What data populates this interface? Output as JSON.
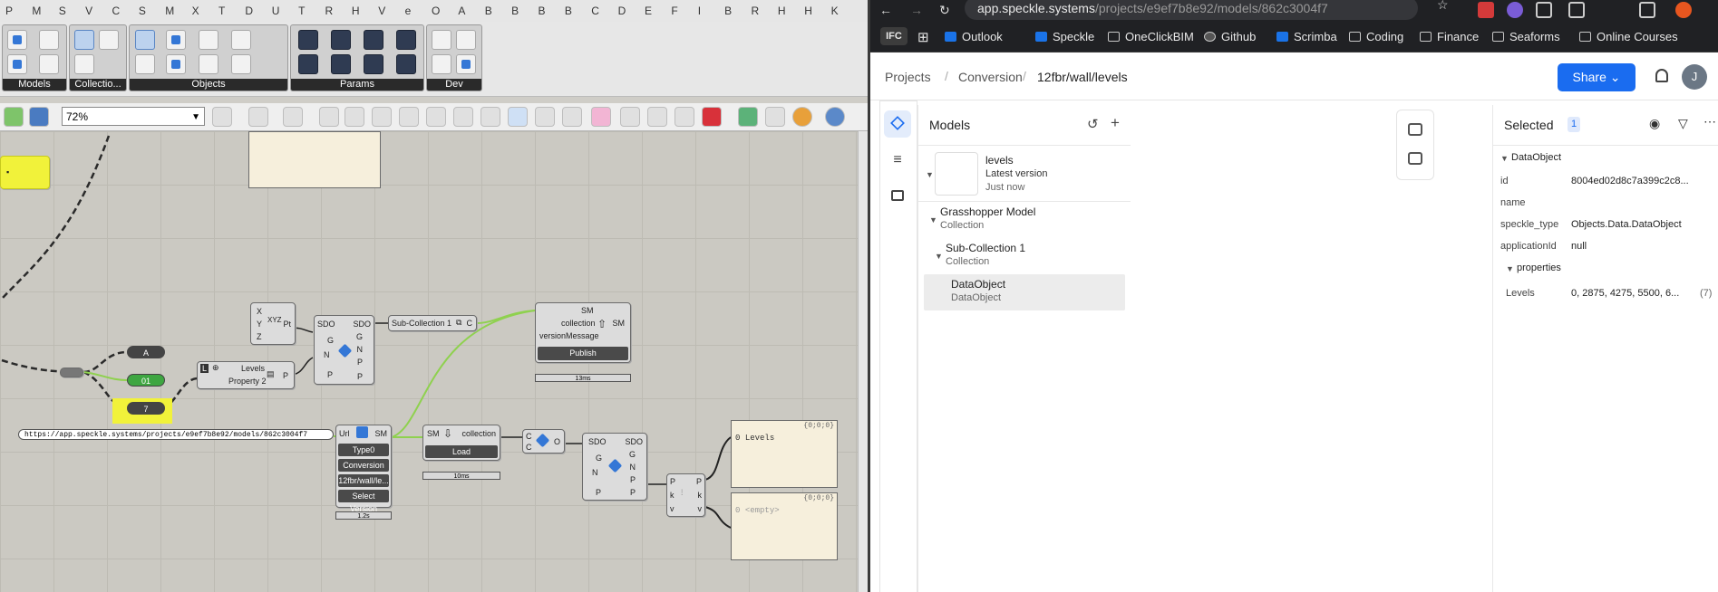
{
  "grasshopper": {
    "column_letters": [
      "P",
      "M",
      "S",
      "V",
      "C",
      "S",
      "M",
      "X",
      "T",
      "D",
      "U",
      "T",
      "R",
      "H",
      "V",
      "e",
      "O",
      "A",
      "B",
      "B",
      "B",
      "B",
      "C",
      "D",
      "E",
      "F",
      "I",
      "B",
      "R",
      "H",
      "H",
      "K"
    ],
    "ribbon_groups": [
      {
        "label": "Models"
      },
      {
        "label": "Collectio..."
      },
      {
        "label": "Objects"
      },
      {
        "label": "Params"
      },
      {
        "label": "Dev"
      }
    ],
    "zoom": "72%",
    "components": {
      "pt_inputs": [
        "X",
        "Y",
        "Z"
      ],
      "pt_output": "Pt",
      "sdo_top_label_left": "SDO",
      "sdo_top_label_right": "SDO",
      "sdo_ports_left": [
        "G",
        "N",
        "P"
      ],
      "sdo_ports_right": [
        "G",
        "N",
        "P",
        "P"
      ],
      "property_name": "Levels",
      "property_type": "Property 2",
      "property_output": "P",
      "subcollection_name": "Sub-Collection 1",
      "subcollection_output": "C",
      "publish": {
        "inputs": [
          "SM",
          "collection",
          "versionMessage"
        ],
        "output": "SM",
        "button": "Publish",
        "timer": "13ms"
      },
      "pill_a": "A",
      "pill_01": "01",
      "pill_7": "7",
      "url": "https://app.speckle.systems/projects/e9ef7b8e92/models/862c3004f7",
      "url_component": {
        "input": "Url",
        "output": "SM",
        "buttons": [
          "Type0",
          "Conversion",
          "12fbr/wall/le...",
          "Select Version"
        ],
        "timer": "1.2s"
      },
      "load": {
        "inputs": [
          "SM"
        ],
        "output": "collection",
        "button": "Load",
        "timer": "10ms"
      },
      "collection_ports": [
        "C",
        "C"
      ],
      "collection_out": "O",
      "sdo2_ports_left": [
        "G",
        "N",
        "P"
      ],
      "sdo2_ports_right": [
        "G",
        "N",
        "P",
        "P"
      ],
      "props_ports_left": [
        "P",
        "k",
        "v"
      ],
      "props_ports_right": [
        "P",
        "k",
        "v"
      ],
      "panel1": {
        "header": "{0;0;0}",
        "index": "0",
        "value": "Levels"
      },
      "panel2": {
        "header": "{0;0;0}",
        "index": "0",
        "value": "<empty>"
      }
    }
  },
  "browser": {
    "address": {
      "host": "app.speckle.systems",
      "path": "/projects/e9ef7b8e92/models/862c3004f7"
    },
    "bookmarks": [
      {
        "label": "IFC"
      },
      {
        "label": "Outlook"
      },
      {
        "label": "Speckle"
      },
      {
        "label": "OneClickBIM"
      },
      {
        "label": "Github"
      },
      {
        "label": "Scrimba"
      },
      {
        "label": "Coding"
      },
      {
        "label": "Finance"
      },
      {
        "label": "Seaforms"
      },
      {
        "label": "Online Courses"
      }
    ],
    "breadcrumb": {
      "projects": "Projects",
      "project": "Conversion",
      "model": "12fbr/wall/levels"
    },
    "share_label": "Share",
    "avatar_initial": "J"
  },
  "models_panel": {
    "title": "Models",
    "model": {
      "name": "levels",
      "version": "Latest version",
      "time": "Just now"
    },
    "tree": [
      {
        "name": "Grasshopper Model",
        "type": "Collection"
      },
      {
        "name": "Sub-Collection 1",
        "type": "Collection"
      },
      {
        "name": "DataObject",
        "type": "DataObject"
      }
    ]
  },
  "selected_panel": {
    "title": "Selected",
    "count": "1",
    "object_header": "DataObject",
    "fields": [
      {
        "key": "id",
        "value": "8004ed02d8c7a399c2c8..."
      },
      {
        "key": "name",
        "value": ""
      },
      {
        "key": "speckle_type",
        "value": "Objects.Data.DataObject"
      },
      {
        "key": "applicationId",
        "value": "null"
      }
    ],
    "properties_header": "properties",
    "levels": {
      "key": "Levels",
      "value": "0, 2875, 4275, 5500, 6...",
      "count": "(7)"
    }
  },
  "colors": {
    "accent": "#1a6cf0",
    "wire_green": "#8fd14f",
    "highlight_yellow": "#f1f23a"
  }
}
